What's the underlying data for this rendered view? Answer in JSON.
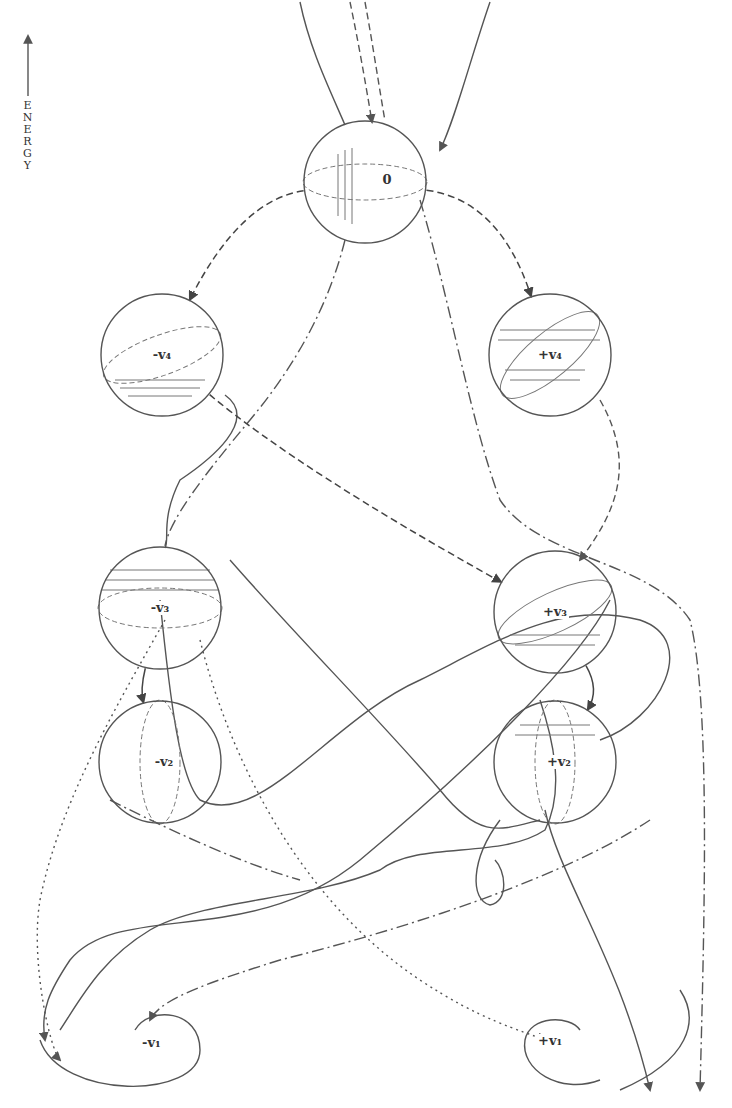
{
  "diagram": {
    "nodes": [
      {
        "text": [
          "0"
        ]
      },
      {
        "text": [
          "-v₄"
        ]
      },
      {
        "text": [
          "+v₄"
        ]
      },
      {
        "text": [
          "-v₃"
        ]
      },
      {
        "text": [
          "+v₃"
        ]
      },
      {
        "text": [
          "-v₂"
        ]
      },
      {
        "text": [
          "+v₂"
        ]
      }
    ],
    "edges": [
      {
        "from": 0,
        "to": 1,
        "arrow": "to"
      },
      {
        "from": 0,
        "to": 2,
        "arrow": "to"
      },
      {
        "from": 1,
        "to": 4,
        "arrow": "to"
      },
      {
        "from": 3,
        "to": 5,
        "arrow": "to"
      },
      {
        "from": 4,
        "to": 6,
        "arrow": "to"
      }
    ],
    "labels": [
      "ENERGY",
      "-v₁",
      "+v₁"
    ]
  }
}
